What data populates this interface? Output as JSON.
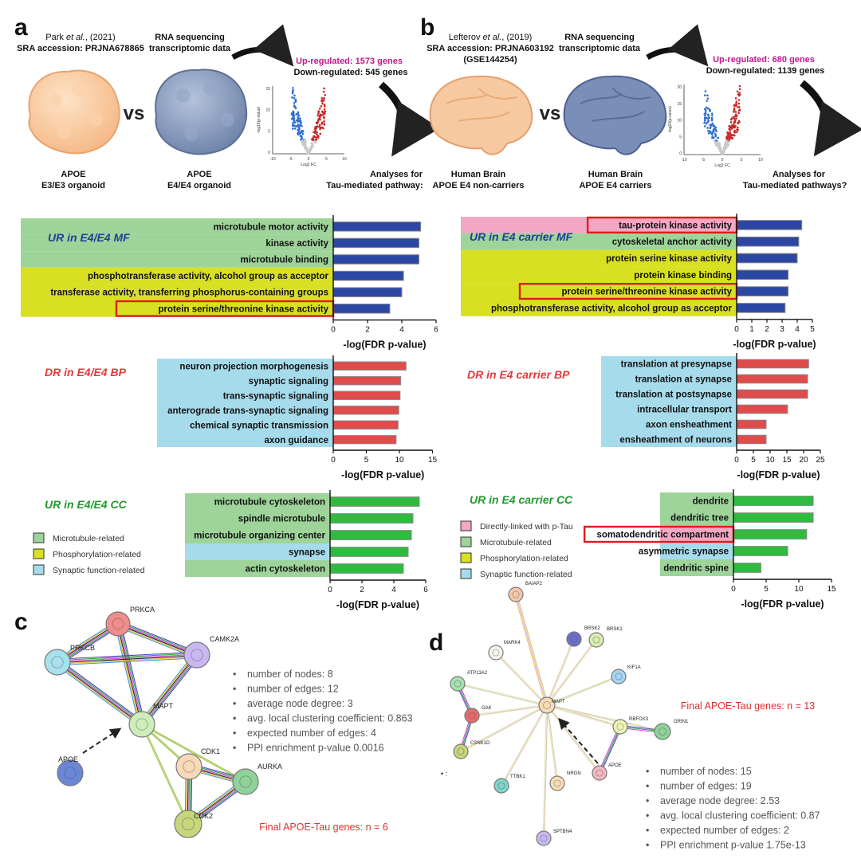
{
  "panels": {
    "a": {
      "letter": "a",
      "study_author": "Park",
      "study_etal": "et al.",
      "study_year": ", (2021)",
      "accession_label": "SRA accession: PRJNA678865",
      "rna_label_1": "RNA sequencing",
      "rna_label_2": "transcriptomic data",
      "left_label_1": "APOE",
      "left_label_2": "E3/E3 organoid",
      "right_label_1": "APOE",
      "right_label_2": "E4/E4 organoid",
      "vs": "vs",
      "up": "Up-regulated: 1573 genes",
      "down": "Down-regulated: 545 genes",
      "analyses_1": "Analyses for",
      "analyses_2": "Tau-mediated pathway:"
    },
    "b": {
      "letter": "b",
      "study_author": "Lefterov",
      "study_etal": "et al.",
      "study_year": ", (2019)",
      "accession_label": "SRA accession: PRJNA603192",
      "accession_label_2": "(GSE144254)",
      "rna_label_1": "RNA sequencing",
      "rna_label_2": "transcriptomic data",
      "left_label_1": "Human Brain",
      "left_label_2": "APOE E4 non-carriers",
      "right_label_1": "Human Brain",
      "right_label_2": "APOE E4 carriers",
      "vs": "vs",
      "up": "Up-regulated: 680 genes",
      "down": "Down-regulated: 1139 genes",
      "analyses_1": "Analyses for",
      "analyses_2": "Tau-mediated pathways?"
    },
    "c": {
      "letter": "c"
    },
    "d": {
      "letter": "d"
    }
  },
  "volcano": {
    "ylabel": "-log10(p-value)",
    "xlabel": "Log2 FC",
    "a_yticks": [
      "15",
      "10",
      "5",
      "0"
    ],
    "a_xticks": [
      "-10",
      "-5",
      "0",
      "5",
      "10"
    ],
    "b_yticks": [
      "20",
      "15",
      "10",
      "5",
      "0"
    ],
    "b_xticks": [
      "-10",
      "-5",
      "0",
      "5",
      "10"
    ]
  },
  "legend_a": [
    {
      "label": "Microtubule-related",
      "color": "#9ed49a"
    },
    {
      "label": "Phosphorylation-related",
      "color": "#d9e021"
    },
    {
      "label": "Synaptic function-related",
      "color": "#a6dbec"
    }
  ],
  "legend_b": [
    {
      "label": "Directly-linked with p-Tau",
      "color": "#f2a7c3"
    },
    {
      "label": "Microtubule-related",
      "color": "#9ed49a"
    },
    {
      "label": "Phosphorylation-related",
      "color": "#d9e021"
    },
    {
      "label": "Synaptic function-related",
      "color": "#a6dbec"
    }
  ],
  "colors": {
    "blue": "#2c47a3",
    "red": "#e04b4b",
    "green": "#2ebc3e",
    "microtubule": "#9ed49a",
    "phospho": "#d9e021",
    "synaptic": "#a6dbec",
    "ptau": "#f2a7c3",
    "highlight": "#e01b1b"
  },
  "chart_data": [
    {
      "id": "a_mf",
      "type": "bar",
      "orientation": "horizontal",
      "title": "UR in E4/E4 MF",
      "xlabel": "-log(FDR p-value)",
      "xlim": [
        0,
        6
      ],
      "xticks": [
        0,
        2,
        4,
        6
      ],
      "color": "blue",
      "categories": [
        "microtubule motor activity",
        "kinase activity",
        "microtubule binding",
        "phosphotransferase activity, alcohol group as acceptor",
        "transferase activity, transferring phosphorus-containing groups",
        "protein serine/threonine kinase activity"
      ],
      "values": [
        5.1,
        5.0,
        5.0,
        4.1,
        4.0,
        3.3
      ],
      "groups": [
        "microtubule",
        "microtubule",
        "microtubule",
        "phospho",
        "phospho",
        "phospho"
      ],
      "highlighted": [
        false,
        false,
        false,
        false,
        false,
        true
      ]
    },
    {
      "id": "a_bp",
      "type": "bar",
      "orientation": "horizontal",
      "title": "DR in E4/E4 BP",
      "xlabel": "-log(FDR p-value)",
      "xlim": [
        0,
        15
      ],
      "xticks": [
        0,
        5,
        10,
        15
      ],
      "color": "red",
      "categories": [
        "neuron projection morphogenesis",
        "synaptic signaling",
        "trans-synaptic signaling",
        "anterograde trans-synaptic signaling",
        "chemical synaptic transmission",
        "axon guidance"
      ],
      "values": [
        11.0,
        10.2,
        10.1,
        9.9,
        9.8,
        9.5
      ],
      "groups": [
        "synaptic",
        "synaptic",
        "synaptic",
        "synaptic",
        "synaptic",
        "synaptic"
      ],
      "highlighted": [
        false,
        false,
        false,
        false,
        false,
        false
      ]
    },
    {
      "id": "a_cc",
      "type": "bar",
      "orientation": "horizontal",
      "title": "UR in E4/E4 CC",
      "xlabel": "-log(FDR p-value)",
      "xlim": [
        0,
        6
      ],
      "xticks": [
        0,
        2,
        4,
        6
      ],
      "color": "green",
      "categories": [
        "microtubule cytoskeleton",
        "spindle microtubule",
        "microtubule organizing center",
        "synapse",
        "actin cytoskeleton"
      ],
      "values": [
        5.6,
        5.2,
        5.1,
        4.9,
        4.6
      ],
      "groups": [
        "microtubule",
        "microtubule",
        "microtubule",
        "synaptic",
        "microtubule"
      ],
      "highlighted": [
        false,
        false,
        false,
        false,
        false
      ]
    },
    {
      "id": "b_mf",
      "type": "bar",
      "orientation": "horizontal",
      "title": "UR in E4 carrier MF",
      "xlabel": "-log(FDR p-value)",
      "xlim": [
        0,
        5
      ],
      "xticks": [
        0,
        1,
        2,
        3,
        4,
        5
      ],
      "color": "blue",
      "categories": [
        "tau-protein kinase activity",
        "cytoskeletal anchor activity",
        "protein serine kinase activity",
        "protein kinase binding",
        "protein serine/threonine kinase activity",
        "phosphotransferase activity, alcohol group as acceptor"
      ],
      "values": [
        4.3,
        4.1,
        4.0,
        3.4,
        3.4,
        3.2
      ],
      "groups": [
        "ptau",
        "microtubule",
        "phospho",
        "phospho",
        "phospho",
        "phospho"
      ],
      "highlighted": [
        true,
        false,
        false,
        false,
        true,
        false
      ]
    },
    {
      "id": "b_bp",
      "type": "bar",
      "orientation": "horizontal",
      "title": "DR in E4 carrier BP",
      "xlabel": "-log(FDR p-value)",
      "xlim": [
        0,
        25
      ],
      "xticks": [
        0,
        5,
        10,
        15,
        20,
        25
      ],
      "color": "red",
      "categories": [
        "translation at presynapse",
        "translation at synapse",
        "translation at postsynapse",
        "intracellular transport",
        "axon ensheathment",
        "ensheathment of neurons"
      ],
      "values": [
        21.5,
        21.2,
        21.2,
        15.2,
        8.8,
        8.8
      ],
      "groups": [
        "synaptic",
        "synaptic",
        "synaptic",
        "synaptic",
        "synaptic",
        "synaptic"
      ],
      "highlighted": [
        false,
        false,
        false,
        false,
        false,
        false
      ]
    },
    {
      "id": "b_cc",
      "type": "bar",
      "orientation": "horizontal",
      "title": "UR in E4 carrier CC",
      "xlabel": "-log(FDR p-value)",
      "xlim": [
        0,
        15
      ],
      "xticks": [
        0,
        5,
        10,
        15
      ],
      "color": "green",
      "categories": [
        "dendrite",
        "dendritic tree",
        "somatodendritic compartment",
        "asymmetric synapse",
        "dendritic spine"
      ],
      "values": [
        12.2,
        12.2,
        11.2,
        8.3,
        4.2
      ],
      "groups": [
        "microtubule",
        "microtubule",
        "ptau",
        "synaptic",
        "microtubule"
      ],
      "highlighted": [
        false,
        false,
        true,
        false,
        false
      ]
    }
  ],
  "network_c": {
    "nodes": [
      {
        "id": "PRKCA",
        "label": "PRKCA",
        "color": "#f08c8c"
      },
      {
        "id": "PRKCB",
        "label": "PRKCB",
        "color": "#a8e0ec"
      },
      {
        "id": "CAMK2A",
        "label": "CAMK2A",
        "color": "#c9b8f0"
      },
      {
        "id": "MAPT",
        "label": "MAPT",
        "color": "#cdeebb"
      },
      {
        "id": "CDK1",
        "label": "CDK1",
        "color": "#f8d9b8"
      },
      {
        "id": "AURKA",
        "label": "AURKA",
        "color": "#8fd39a"
      },
      {
        "id": "APOE",
        "label": "APOE",
        "color": "#6a86d6"
      },
      {
        "id": "CDK2",
        "label": "CDK2",
        "color": "#c6d67a"
      }
    ],
    "stats": [
      "number of nodes: 8",
      "number of edges: 12",
      "average node degree: 3",
      "avg. local clustering coefficient: 0.863",
      "expected number of edges: 4",
      "PPI enrichment p-value 0.0016"
    ],
    "final": "Final APOE-Tau genes: n = 6"
  },
  "network_d": {
    "nodes": [
      {
        "id": "BAIAP2",
        "label": "BAIAP2",
        "color": "#f4c7a8"
      },
      {
        "id": "BRSK2",
        "label": "BRSK2",
        "color": "#6b6fc9"
      },
      {
        "id": "BRSK1",
        "label": "BRSK1",
        "color": "#d8edb0"
      },
      {
        "id": "MARK4",
        "label": "MARK4",
        "color": "#f6f6f0"
      },
      {
        "id": "KIF1A",
        "label": "KIF1A",
        "color": "#a8d4f2"
      },
      {
        "id": "ATP13A2",
        "label": "ATP13A2",
        "color": "#a8e0b0"
      },
      {
        "id": "MAPT",
        "label": "MAPT",
        "color": "#f8dcb8"
      },
      {
        "id": "GAK",
        "label": "GAK",
        "color": "#e86a6a"
      },
      {
        "id": "RBFOX3",
        "label": "RBFOX3",
        "color": "#eef3b5"
      },
      {
        "id": "GRIN1",
        "label": "GRIN1",
        "color": "#8fd39a"
      },
      {
        "id": "CSNK1D",
        "label": "CSNK1D",
        "color": "#c6d67a"
      },
      {
        "id": "APOE",
        "label": "APOE",
        "color": "#f4b8c0"
      },
      {
        "id": "NRGN",
        "label": "NRGN",
        "color": "#f8dcb8"
      },
      {
        "id": "TTBK1",
        "label": "TTBK1",
        "color": "#7fd6c8"
      },
      {
        "id": "SPTBN4",
        "label": "SPTBN4",
        "color": "#c9b8f0"
      }
    ],
    "stats": [
      "number of nodes: 15",
      "number of edges: 19",
      "average node degree: 2.53",
      "avg. local clustering coefficient: 0.87",
      "expected number of edges: 2",
      "PPI enrichment p-value 1.75e-13"
    ],
    "final": "Final APOE-Tau genes: n = 13"
  }
}
